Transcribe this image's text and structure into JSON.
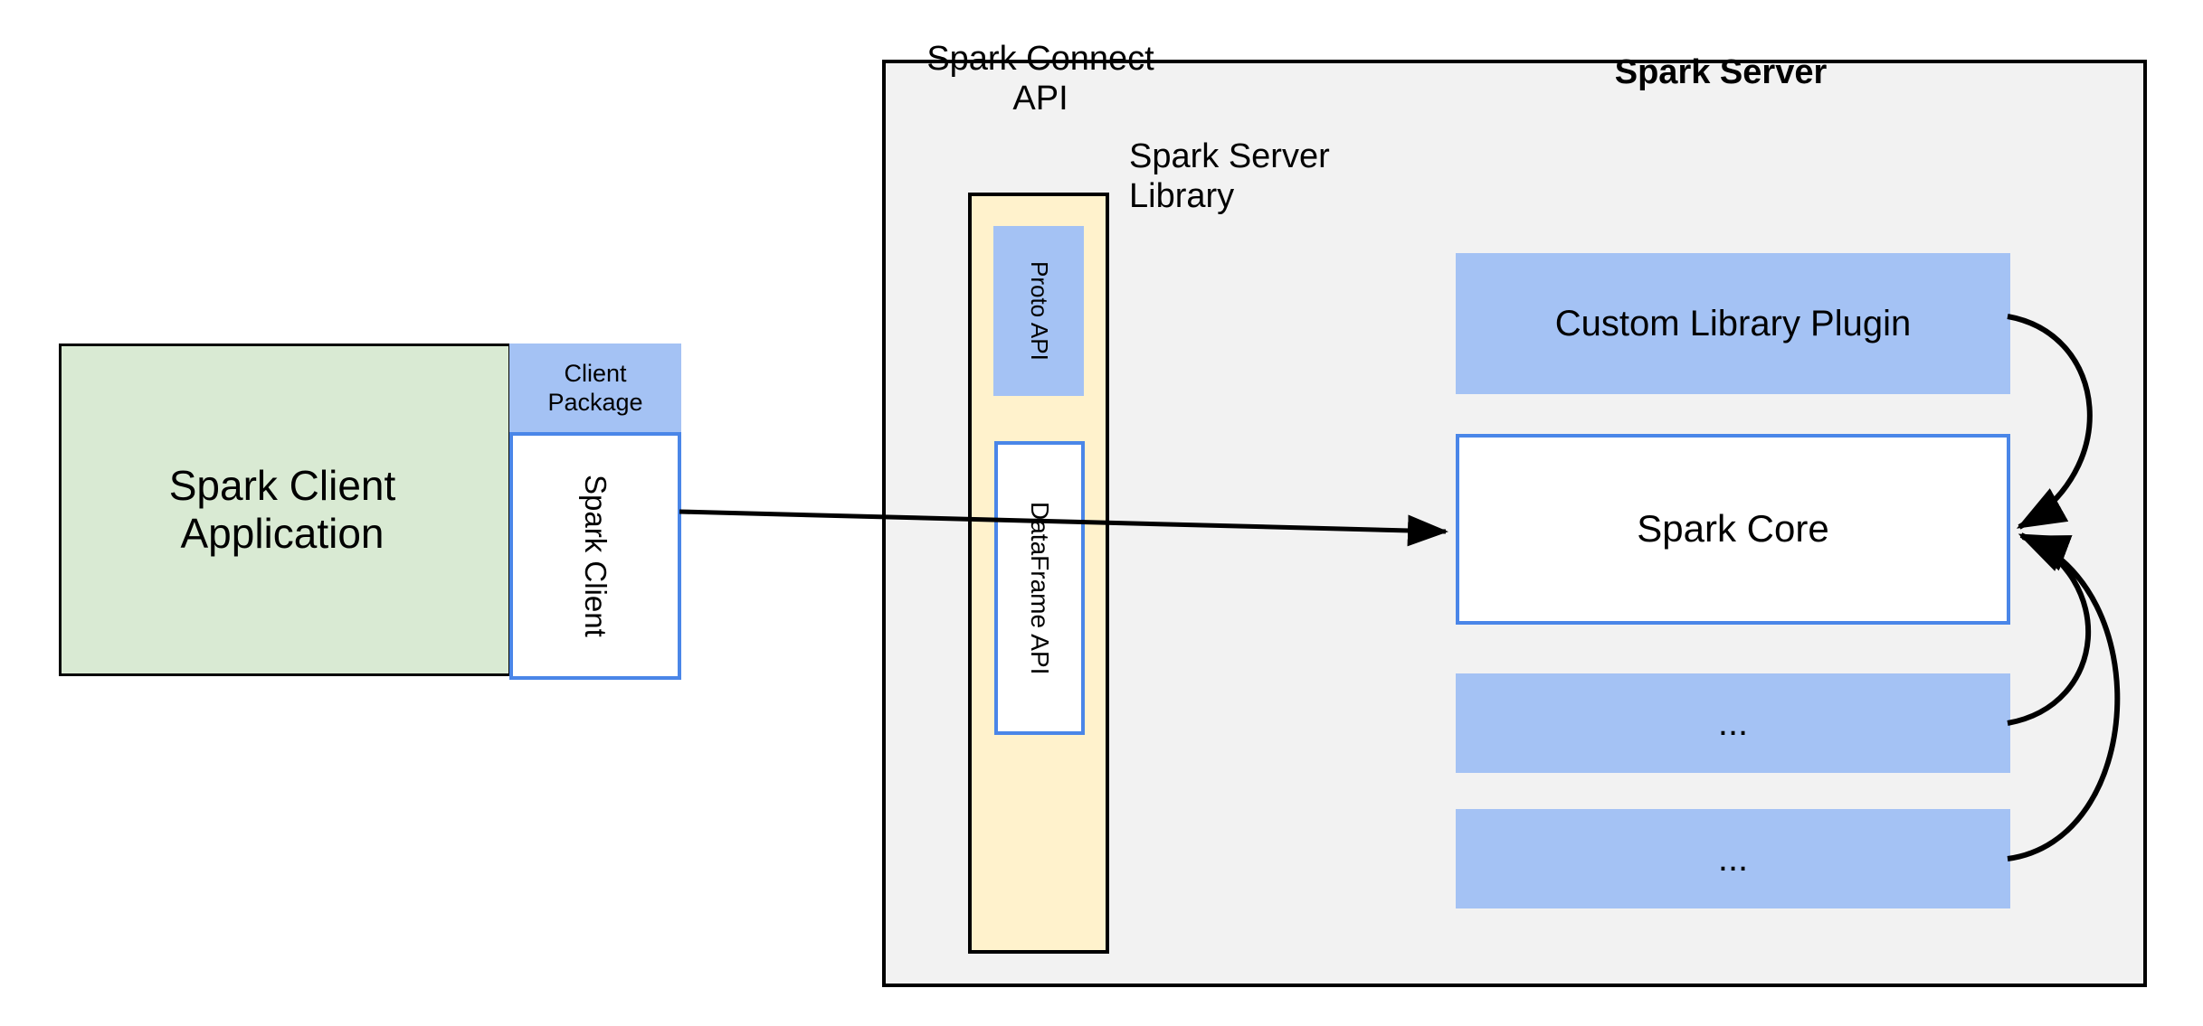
{
  "diagram": {
    "title": "Spark Connect architecture",
    "colors": {
      "client_app_fill": "#d9ead3",
      "blue_fill": "#a4c2f4",
      "blue_stroke": "#4a86e8",
      "api_column_fill": "#fff2cc",
      "server_panel_fill": "#f2f2f2",
      "stroke": "#000000"
    }
  },
  "client": {
    "application_label": "Spark Client\nApplication",
    "application_line1": "Spark Client",
    "application_line2": "Application",
    "package_label": "Client\nPackage",
    "package_line1": "Client",
    "package_line2": "Package",
    "client_label": "Spark Client"
  },
  "server": {
    "panel_title": "Spark Server",
    "connect_api_label": "Spark Connect\nAPI",
    "connect_api_line1": "Spark Connect",
    "connect_api_line2": "API",
    "server_library_label": "Spark Server\nLibrary",
    "server_library_line1": "Spark Server",
    "server_library_line2": "Library",
    "api_column": {
      "proto_api_label": "Proto API",
      "dataframe_api_label": "DataFrame API"
    },
    "components": [
      {
        "label": "Custom Library Plugin",
        "kind": "plugin"
      },
      {
        "label": "Spark Core",
        "kind": "core"
      },
      {
        "label": "...",
        "kind": "placeholder"
      },
      {
        "label": "...",
        "kind": "placeholder"
      }
    ]
  },
  "connectors": [
    {
      "name": "client-to-spark-core",
      "from": "Spark Client",
      "to": "Spark Core",
      "style": "straight-arrow"
    },
    {
      "name": "custom-library-plugin-to-spark-core",
      "from": "Custom Library Plugin",
      "to": "Spark Core",
      "style": "curved-arrow"
    },
    {
      "name": "placeholder-1-to-spark-core",
      "from": "...",
      "to": "Spark Core",
      "style": "curved-arrow"
    },
    {
      "name": "placeholder-2-to-spark-core",
      "from": "...",
      "to": "Spark Core",
      "style": "curved-arrow"
    }
  ]
}
